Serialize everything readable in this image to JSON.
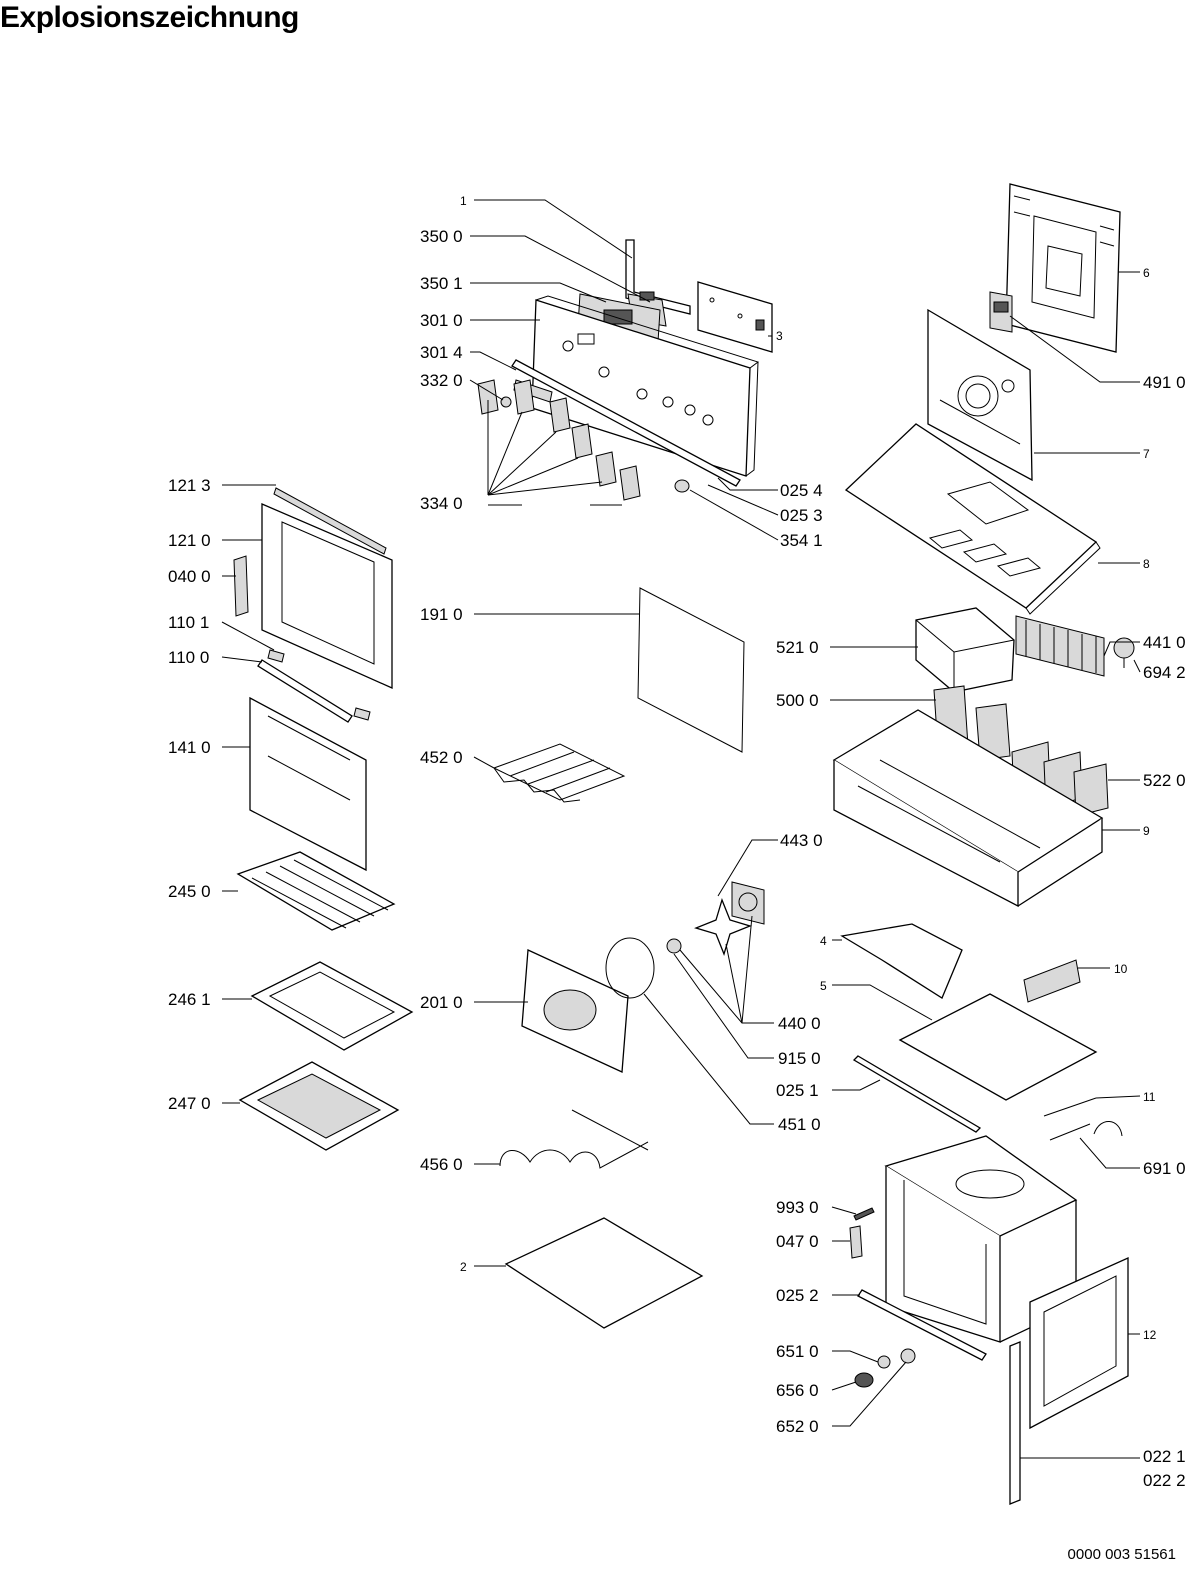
{
  "title": "Explosionszeichnung",
  "document_number": "0000 003 51561",
  "parts": [
    {
      "id": "1"
    },
    {
      "id": "350 0"
    },
    {
      "id": "350 1"
    },
    {
      "id": "301 0"
    },
    {
      "id": "301 4"
    },
    {
      "id": "332 0"
    },
    {
      "id": "3"
    },
    {
      "id": "6"
    },
    {
      "id": "491 0"
    },
    {
      "id": "7"
    },
    {
      "id": "334 0"
    },
    {
      "id": "025 4"
    },
    {
      "id": "025 3"
    },
    {
      "id": "354 1"
    },
    {
      "id": "8"
    },
    {
      "id": "121 3"
    },
    {
      "id": "121 0"
    },
    {
      "id": "040 0"
    },
    {
      "id": "110 1"
    },
    {
      "id": "110 0"
    },
    {
      "id": "191 0"
    },
    {
      "id": "521 0"
    },
    {
      "id": "441 0"
    },
    {
      "id": "694 2"
    },
    {
      "id": "500 0"
    },
    {
      "id": "141 0"
    },
    {
      "id": "452 0"
    },
    {
      "id": "522 0"
    },
    {
      "id": "9"
    },
    {
      "id": "443 0"
    },
    {
      "id": "245 0"
    },
    {
      "id": "4"
    },
    {
      "id": "10"
    },
    {
      "id": "5"
    },
    {
      "id": "246 1"
    },
    {
      "id": "201 0"
    },
    {
      "id": "440 0"
    },
    {
      "id": "915 0"
    },
    {
      "id": "025 1"
    },
    {
      "id": "247 0"
    },
    {
      "id": "451 0"
    },
    {
      "id": "11"
    },
    {
      "id": "456 0"
    },
    {
      "id": "691 0"
    },
    {
      "id": "993 0"
    },
    {
      "id": "047 0"
    },
    {
      "id": "2"
    },
    {
      "id": "025 2"
    },
    {
      "id": "12"
    },
    {
      "id": "651 0"
    },
    {
      "id": "656 0"
    },
    {
      "id": "652 0"
    },
    {
      "id": "022 1"
    },
    {
      "id": "022 2"
    }
  ]
}
